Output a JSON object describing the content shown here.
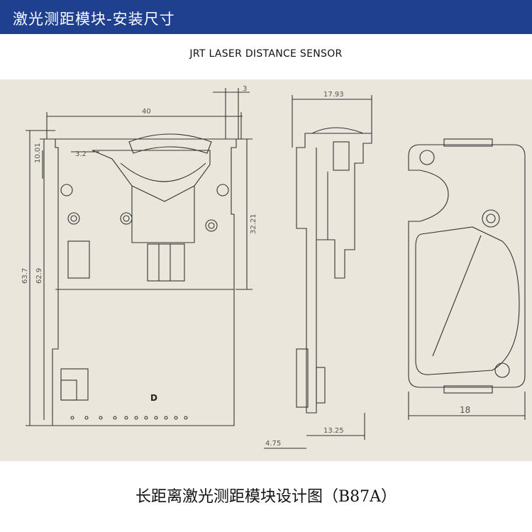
{
  "header": {
    "title": "激光测距模块-安装尺寸",
    "background_color": "#1f3f8f"
  },
  "subtitle": "JRT LASER DISTANCE SENSOR",
  "drawing": {
    "background_color": "#eae6dc",
    "board_label": "D",
    "dimensions": {
      "top_offset": "3",
      "width_40": "40",
      "height_10_01": "10.01",
      "offset_3_2": "3.2",
      "height_32_21": "32.21",
      "height_63_7": "63.7",
      "height_62_9": "62.9",
      "side_width_17_93": "17.93",
      "side_offset_4_75": "4.75",
      "side_width_13_25": "13.25",
      "back_width_18": "18"
    }
  },
  "caption": "长距离激光测距模块设计图（B87A）"
}
